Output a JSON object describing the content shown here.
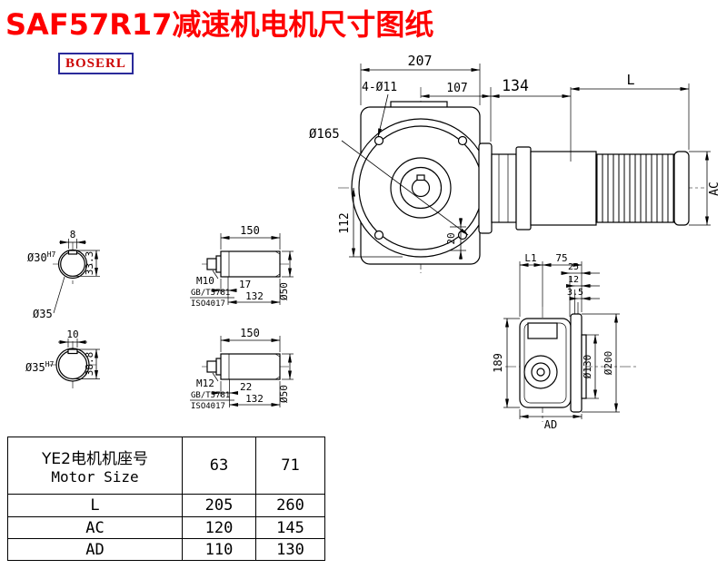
{
  "title": "SAF57R17减速机电机尺寸图纸",
  "logo": "BOSERL",
  "front_view": {
    "width_207": "207",
    "bolt_holes": "4-Ø11",
    "dist_107": "107",
    "dist_134": "134",
    "motor_length": "L",
    "flange_dia": "Ø165",
    "center_height_112": "112",
    "dim_20": "20",
    "motor_dia_ac": "AC"
  },
  "hollow_shaft_top": {
    "key_width": "8",
    "bore": "Ø30",
    "bore_tol": "H7",
    "keyway_height": "33.3",
    "outer_dia": "Ø35"
  },
  "hollow_shaft_bottom": {
    "key_width": "10",
    "bore": "Ø35",
    "bore_tol": "H7",
    "keyway_height": "38.8"
  },
  "input_shaft_top": {
    "length": "150",
    "thread": "M10",
    "std_gb": "GB/T5781",
    "std_iso": "ISO4017",
    "engage_len": "17",
    "usable_len": "132",
    "dia": "Ø50"
  },
  "input_shaft_bottom": {
    "length": "150",
    "thread": "M12",
    "std_gb": "GB/T5781",
    "std_iso": "ISO4017",
    "engage_len": "22",
    "usable_len": "132",
    "dia": "Ø50"
  },
  "rear_view": {
    "l1": "L1",
    "dist_75": "75",
    "dist_25": "25",
    "dist_12": "12",
    "dist_3_5": "3.5",
    "height_189": "189",
    "spigot_dia": "Ø130",
    "flange_dia": "Ø200",
    "width_ad": "AD"
  },
  "table": {
    "header_cn": "YE2电机机座号",
    "header_en": "Motor Size",
    "columns": [
      "63",
      "71"
    ],
    "rows": [
      {
        "label": "L",
        "values": [
          "205",
          "260"
        ]
      },
      {
        "label": "AC",
        "values": [
          "120",
          "145"
        ]
      },
      {
        "label": "AD",
        "values": [
          "110",
          "130"
        ]
      }
    ]
  },
  "colors": {
    "title": "#fe0000",
    "logo_border": "#2a2a9a",
    "line": "#000000"
  }
}
